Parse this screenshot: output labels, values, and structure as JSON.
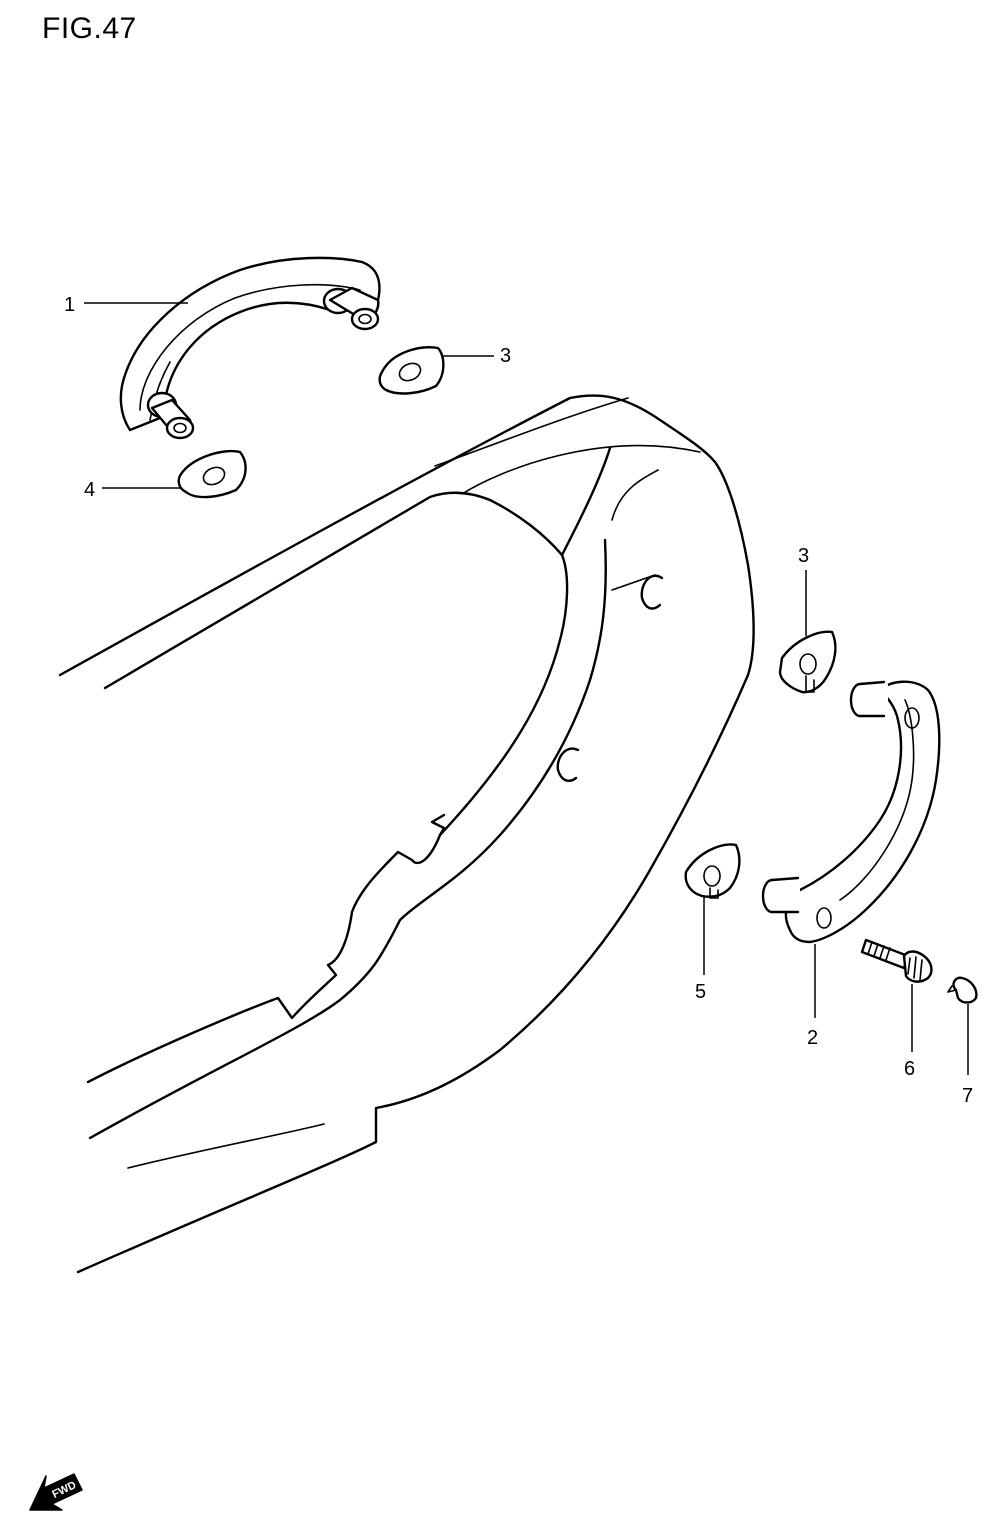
{
  "figure": {
    "title": "FIG.47"
  },
  "callouts": [
    {
      "id": "callout-1",
      "label": "1",
      "part": "grab-handle-left"
    },
    {
      "id": "callout-3a",
      "label": "3",
      "part": "washer-upper"
    },
    {
      "id": "callout-4",
      "label": "4",
      "part": "washer-left"
    },
    {
      "id": "callout-3b",
      "label": "3",
      "part": "washer-right-upper"
    },
    {
      "id": "callout-5",
      "label": "5",
      "part": "washer-right-lower"
    },
    {
      "id": "callout-2",
      "label": "2",
      "part": "grab-handle-right"
    },
    {
      "id": "callout-6",
      "label": "6",
      "part": "bolt"
    },
    {
      "id": "callout-7",
      "label": "7",
      "part": "cap"
    }
  ],
  "direction_badge": {
    "label": "FWD",
    "icon": "forward-arrow-icon"
  }
}
